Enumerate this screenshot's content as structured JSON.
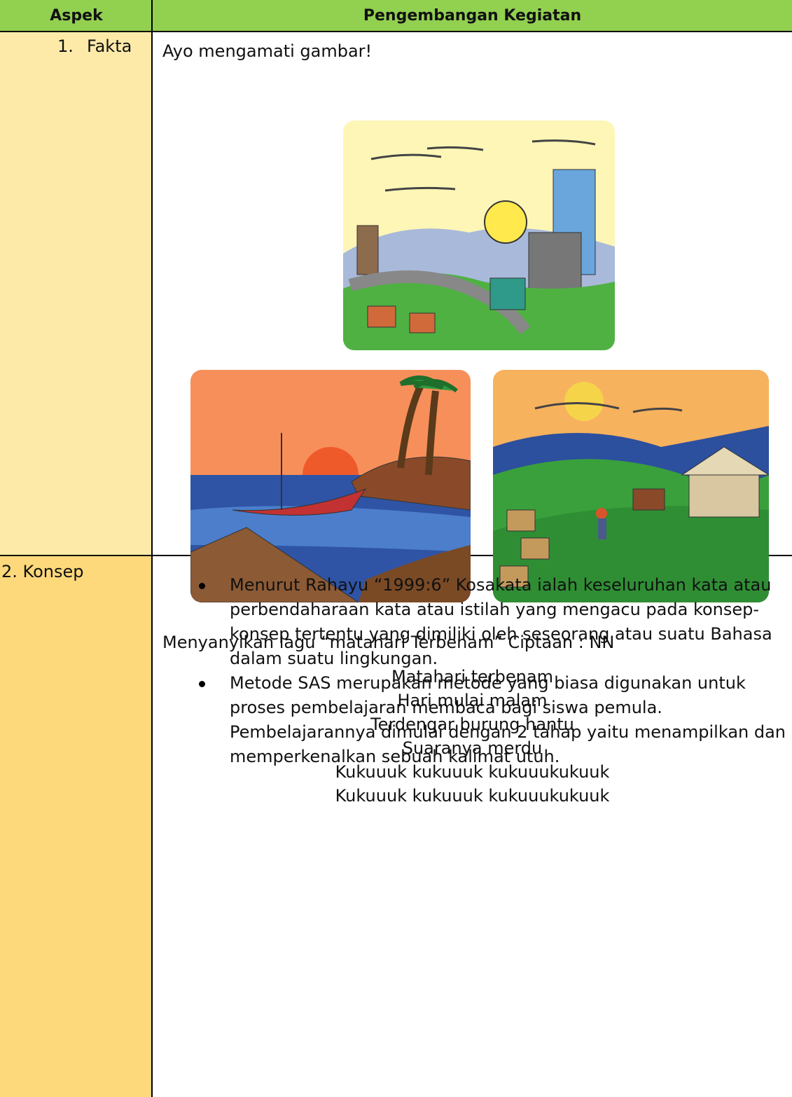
{
  "header": {
    "col1": "Aspek",
    "col2": "Pengembangan Kegiatan"
  },
  "row1": {
    "label_num": "1.",
    "label_text": "Fakta",
    "intro": "Ayo mengamati gambar!",
    "song_line": "Menyanyikan lagu “matahari Terbenam” Ciptaan : NN",
    "lyrics": [
      "Matahari terbenam",
      "Hari mulai malam",
      "Terdengar burung hantu",
      "Suaranya merdu",
      "Kukuuuk kukuuuk kukuuukukuuk",
      "Kukuuuk kukuuuk kukuuukukuuk"
    ]
  },
  "row2": {
    "label": "2. Konsep",
    "bullets": [
      "Menurut Rahayu “1999:6” Kosakata ialah keseluruhan kata atau perbendaharaan kata atau istilah yang mengacu pada konsep-konsep tertentu yang dimiliki oleh seseorang atau suatu Bahasa dalam suatu lingkungan.",
      "Metode SAS merupakan metode yang biasa digunakan untuk proses pembelajaran membaca bagi siswa pemula. Pembelajarannya dimulai dengan 2 tahap yaitu menampilkan dan memperkenalkan sebuah kalimat utuh."
    ]
  },
  "colors": {
    "header": "#92d050",
    "row1_label": "#fdeaa9",
    "row2_label": "#fed97b"
  },
  "images": [
    "city-illustration",
    "beach-sunset-illustration",
    "village-farm-illustration"
  ]
}
